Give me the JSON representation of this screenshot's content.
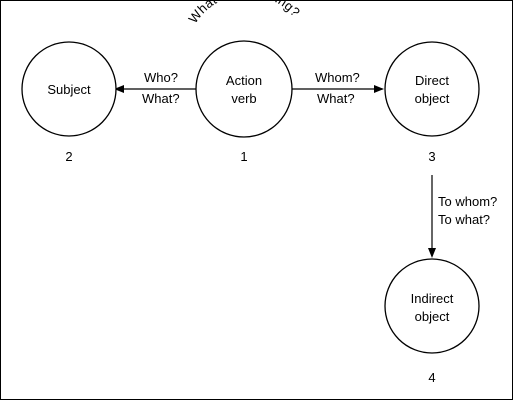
{
  "nodes": {
    "action": {
      "line1": "Action",
      "line2": "verb",
      "number": "1"
    },
    "subject": {
      "label": "Subject",
      "number": "2"
    },
    "direct": {
      "line1": "Direct",
      "line2": "object",
      "number": "3"
    },
    "indirect": {
      "line1": "Indirect",
      "line2": "object",
      "number": "4"
    }
  },
  "edges": {
    "to_subject": {
      "line1": "Who?",
      "line2": "What?"
    },
    "to_direct": {
      "line1": "Whom?",
      "line2": "What?"
    },
    "to_indirect": {
      "line1": "To whom?",
      "line2": "To what?"
    }
  },
  "arc_label": "What’s happening?",
  "colors": {
    "stroke": "#000000",
    "background": "#ffffff"
  }
}
